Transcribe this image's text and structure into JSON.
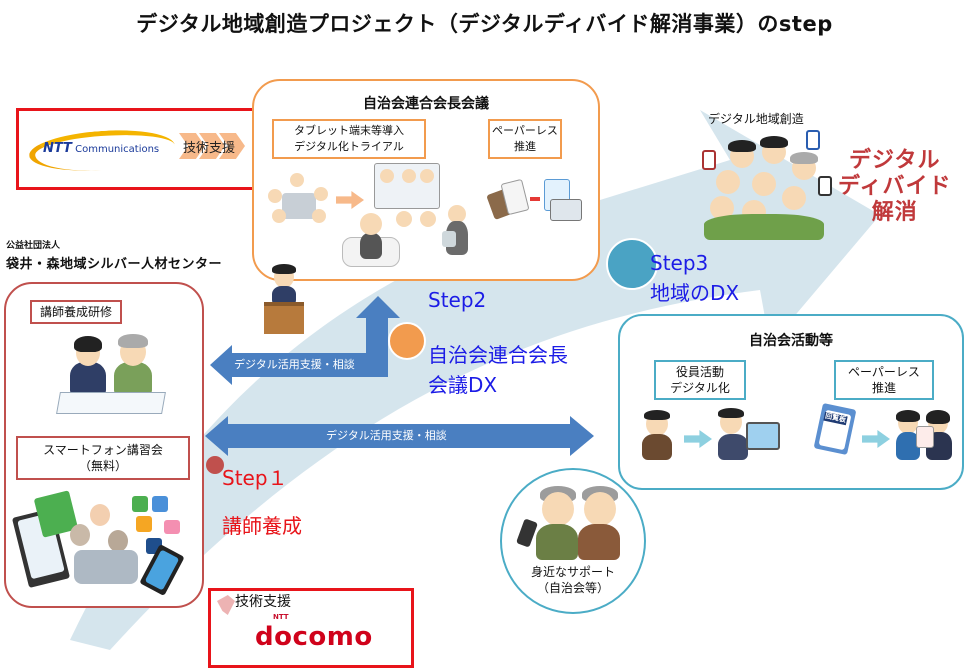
{
  "title": "デジタル地域創造プロジェクト（デジタルディバイド解消事業）のstep",
  "ntt_box": {
    "logo_prefix": "NTT",
    "logo_suffix": "Communications",
    "support_label": "技術支援"
  },
  "organization": {
    "type": "公益社団法人",
    "name": "袋井・森地域シルバー人材センター"
  },
  "left_panel": {
    "training_label": "講師養成研修",
    "class_label_line1": "スマートフォン講習会",
    "class_label_line2": "（無料）"
  },
  "mid_panel": {
    "title": "自治会連合会長会議",
    "tablet_label_line1": "タブレット端末等導入",
    "tablet_label_line2": "デジタル化トライアル",
    "paperless_label_line1": "ペーパーレス",
    "paperless_label_line2": "推進"
  },
  "right_panel": {
    "title": "自治会活動等",
    "officer_label_line1": "役員活動",
    "officer_label_line2": "デジタル化",
    "paperless_label_line1": "ペーパーレス",
    "paperless_label_line2": "推進",
    "bulletin_label": "回覧板"
  },
  "top_right": {
    "caption": "デジタル地域創造",
    "goal_line1": "デジタル",
    "goal_line2": "ディバイド",
    "goal_line3": "解消"
  },
  "steps": [
    {
      "label": "Step１",
      "desc": "講師養成",
      "color": "#e8141a",
      "dot_color": "#c0504d"
    },
    {
      "label": "Step2",
      "desc_line1": "自治会連合会長",
      "desc_line2": "会議DX",
      "color": "#1c1ce6",
      "dot_color": "#f29b4e"
    },
    {
      "label": "Step3",
      "desc": "地域のDX",
      "color": "#1c1ce6",
      "dot_color": "#4bacc6"
    }
  ],
  "arrows": {
    "upper_label": "デジタル活用支援・相談",
    "lower_label": "デジタル活用支援・相談"
  },
  "support_circle": {
    "line1": "身近なサポート",
    "line2": "（自治会等）"
  },
  "docomo_box": {
    "support_label": "技術支援",
    "brand_prefix": "NTT",
    "brand": "docomo"
  },
  "colors": {
    "red_frame": "#e8141a",
    "left_panel": "#c0504d",
    "mid_panel": "#f29b4e",
    "right_panel": "#4bacc6",
    "big_arrow": "#d6e6ee",
    "support_arrow": "#4a7fc1"
  }
}
